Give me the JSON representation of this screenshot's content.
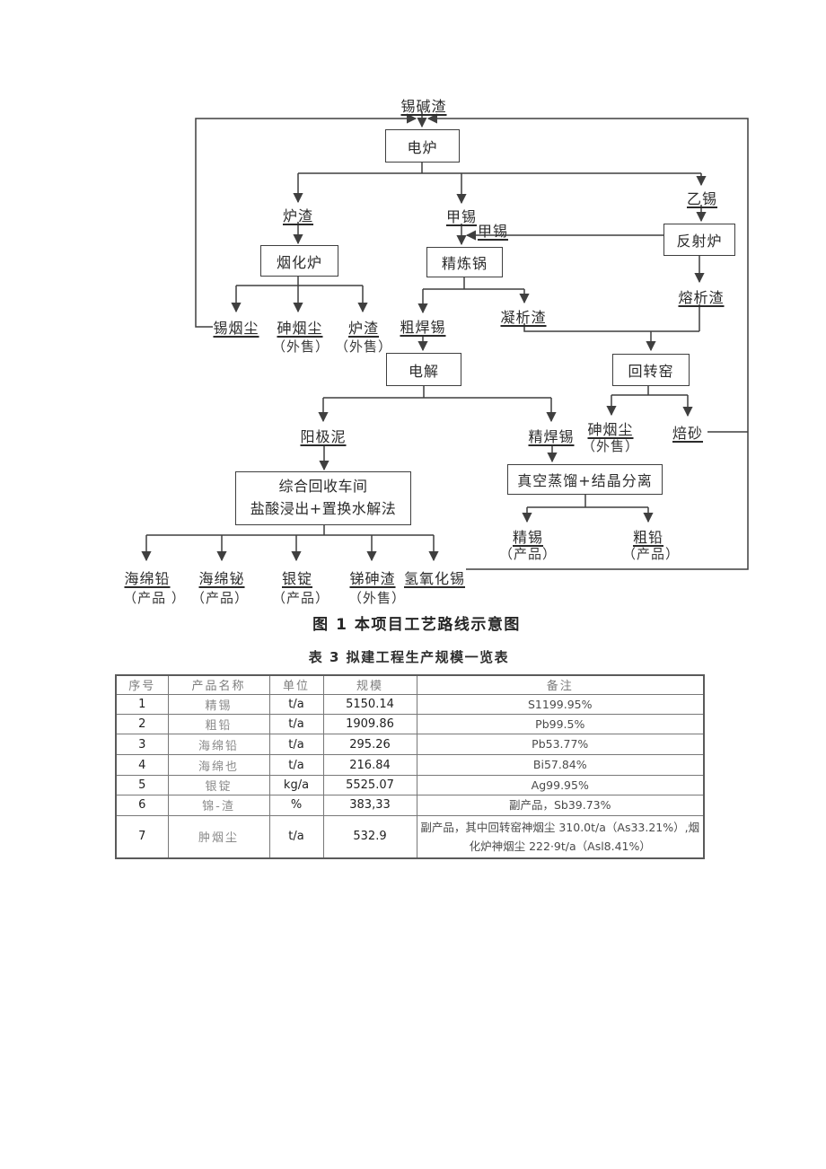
{
  "colors": {
    "ink": "#3f3f3f",
    "text": "#333333",
    "muted": "#8a8a8a",
    "background": "#ffffff"
  },
  "flowchart": {
    "caption": "图 1 本项目工艺路线示意图",
    "nodes": {
      "electric_furnace": "电炉",
      "fuming_furnace": "烟化炉",
      "refining_pot": "精炼锅",
      "reverberatory_furnace": "反射炉",
      "electrolysis": "电解",
      "rotary_kiln": "回转窑",
      "recovery_workshop_line1": "综合回收车间",
      "recovery_workshop_line2": "盐酸浸出+置换水解法",
      "vacuum_distillation": "真空蒸馏+结晶分离"
    },
    "streams": {
      "tin_alkali_slag": "锡碱渣",
      "furnace_slag_1": "炉渣",
      "tin_a_1": "甲锡",
      "tin_a_2": "甲锡",
      "tin_b": "乙锡",
      "tin_dust": "锡烟尘",
      "arsenic_dust_1": "砷烟尘",
      "sold_1": "（外售）",
      "furnace_slag_2": "炉渣",
      "sold_2": "（外售）",
      "crude_solder": "粗焊锡",
      "condensed_slag": "凝析渣",
      "liquation_slag": "熔析渣",
      "anode_slime": "阳极泥",
      "refined_solder": "精焊锡",
      "arsenic_dust_2": "砷烟尘",
      "sold_3": "（外售）",
      "roasted_sand": "焙砂",
      "refined_tin": "精锡",
      "product_1": "（产品）",
      "crude_lead": "粗铅",
      "product_2": "（产品）",
      "sponge_lead": "海绵铅",
      "product_3": "（产品 ）",
      "sponge_bismuth": "海绵铋",
      "product_4": "（产品）",
      "silver_ingot": "银锭",
      "product_5": "（产品）",
      "antimony_arsenic_slag": "锑砷渣",
      "sold_4": "（外售）",
      "tin_hydroxide": "氢氧化锡"
    }
  },
  "table": {
    "title": "表 3 拟建工程生产规模一览表",
    "headers": [
      "序号",
      "产品名称",
      "单位",
      "规模",
      "备注"
    ],
    "rows": [
      [
        "1",
        "精锡",
        "t/a",
        "5150.14",
        "S1199.95%"
      ],
      [
        "2",
        "粗铅",
        "t/a",
        "1909.86",
        "Pb99.5%"
      ],
      [
        "3",
        "海绵铅",
        "t/a",
        "295.26",
        "Pb53.77%"
      ],
      [
        "4",
        "海绵也",
        "t/a",
        "216.84",
        "Bi57.84%"
      ],
      [
        "5",
        "银锭",
        "kg/a",
        "5525.07",
        "Ag99.95%"
      ],
      [
        "6",
        "锦-渣",
        "%",
        "383,33",
        "副产品，Sb39.73%"
      ],
      [
        "7",
        "肿烟尘",
        "t/a",
        "532.9",
        "副产品，其中回转窑神烟尘 310.0t/a（As33.21%）,烟化炉神烟尘 222·9t/a（Asl8.41%）"
      ]
    ]
  }
}
